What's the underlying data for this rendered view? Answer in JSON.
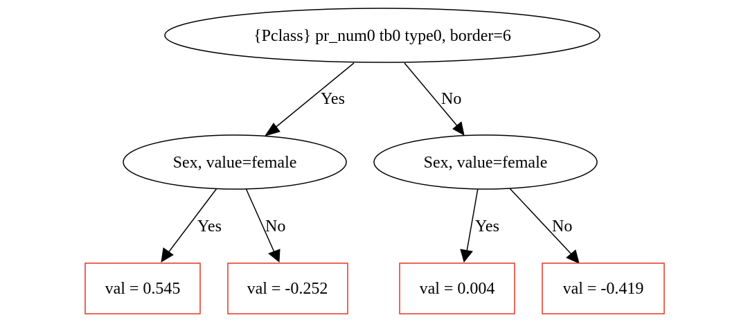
{
  "tree": {
    "root": {
      "label": "{Pclass} pr_num0 tb0 type0, border=6"
    },
    "left_split": {
      "label": "Sex, value=female"
    },
    "right_split": {
      "label": "Sex, value=female"
    },
    "leaves": [
      {
        "label": "val = 0.545"
      },
      {
        "label": "val = -0.252"
      },
      {
        "label": "val = 0.004"
      },
      {
        "label": "val = -0.419"
      }
    ],
    "edges": {
      "root_left": "Yes",
      "root_right": "No",
      "left_leaf1": "Yes",
      "left_leaf2": "No",
      "right_leaf3": "Yes",
      "right_leaf4": "No"
    },
    "colors": {
      "leaf_border": "#e8412f",
      "node_border": "#000000",
      "edge": "#000000"
    }
  }
}
